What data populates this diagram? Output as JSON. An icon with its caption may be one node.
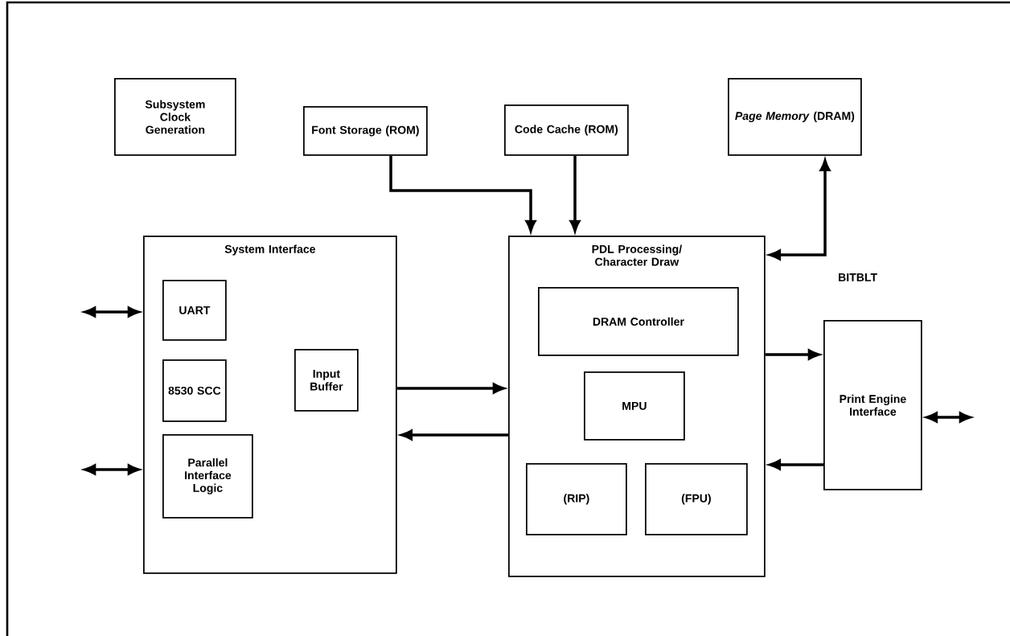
{
  "diagram": {
    "nodes": [
      {
        "text": [
          "Subsystem Clock Generation"
        ]
      },
      {
        "text": [
          "Font Storage (ROM)"
        ]
      },
      {
        "text": [
          "Code Cache (ROM)"
        ]
      },
      {
        "text": [
          "*Page Memory* (DRAM)"
        ]
      },
      {
        "text": [
          "System Interface"
        ]
      },
      {
        "text": [
          "UART"
        ],
        "in": 4
      },
      {
        "text": [
          "8530 SCC"
        ],
        "in": 4
      },
      {
        "text": [
          "Input Buffer"
        ],
        "in": 4
      },
      {
        "text": [
          "Parallel Interface Logic"
        ],
        "in": 4
      },
      {
        "text": [
          "PDL Processing/ Character Draw"
        ]
      },
      {
        "text": [
          "DRAM Controller"
        ],
        "in": 9
      },
      {
        "text": [
          "MPU"
        ],
        "in": 9
      },
      {
        "text": [
          "(RIP)"
        ],
        "in": 9
      },
      {
        "text": [
          "(FPU)"
        ],
        "in": 9
      },
      {
        "text": [
          "Print Engine Interface"
        ]
      }
    ],
    "edges": [
      {
        "from": null,
        "to": 4,
        "arrow": "both"
      },
      {
        "from": null,
        "to": 4,
        "arrow": "both"
      },
      {
        "from": 1,
        "to": 9,
        "arrow": "to"
      },
      {
        "from": 2,
        "to": 9,
        "arrow": "to"
      },
      {
        "from": 9,
        "to": 3,
        "arrow": "both",
        "label": "BITBLT"
      },
      {
        "from": 4,
        "to": 9,
        "arrow": "to"
      },
      {
        "from": 9,
        "to": 4,
        "arrow": "to"
      },
      {
        "from": 9,
        "to": 14,
        "arrow": "to"
      },
      {
        "from": 14,
        "to": 9,
        "arrow": "to"
      },
      {
        "from": 14,
        "to": null,
        "arrow": "both"
      }
    ]
  }
}
